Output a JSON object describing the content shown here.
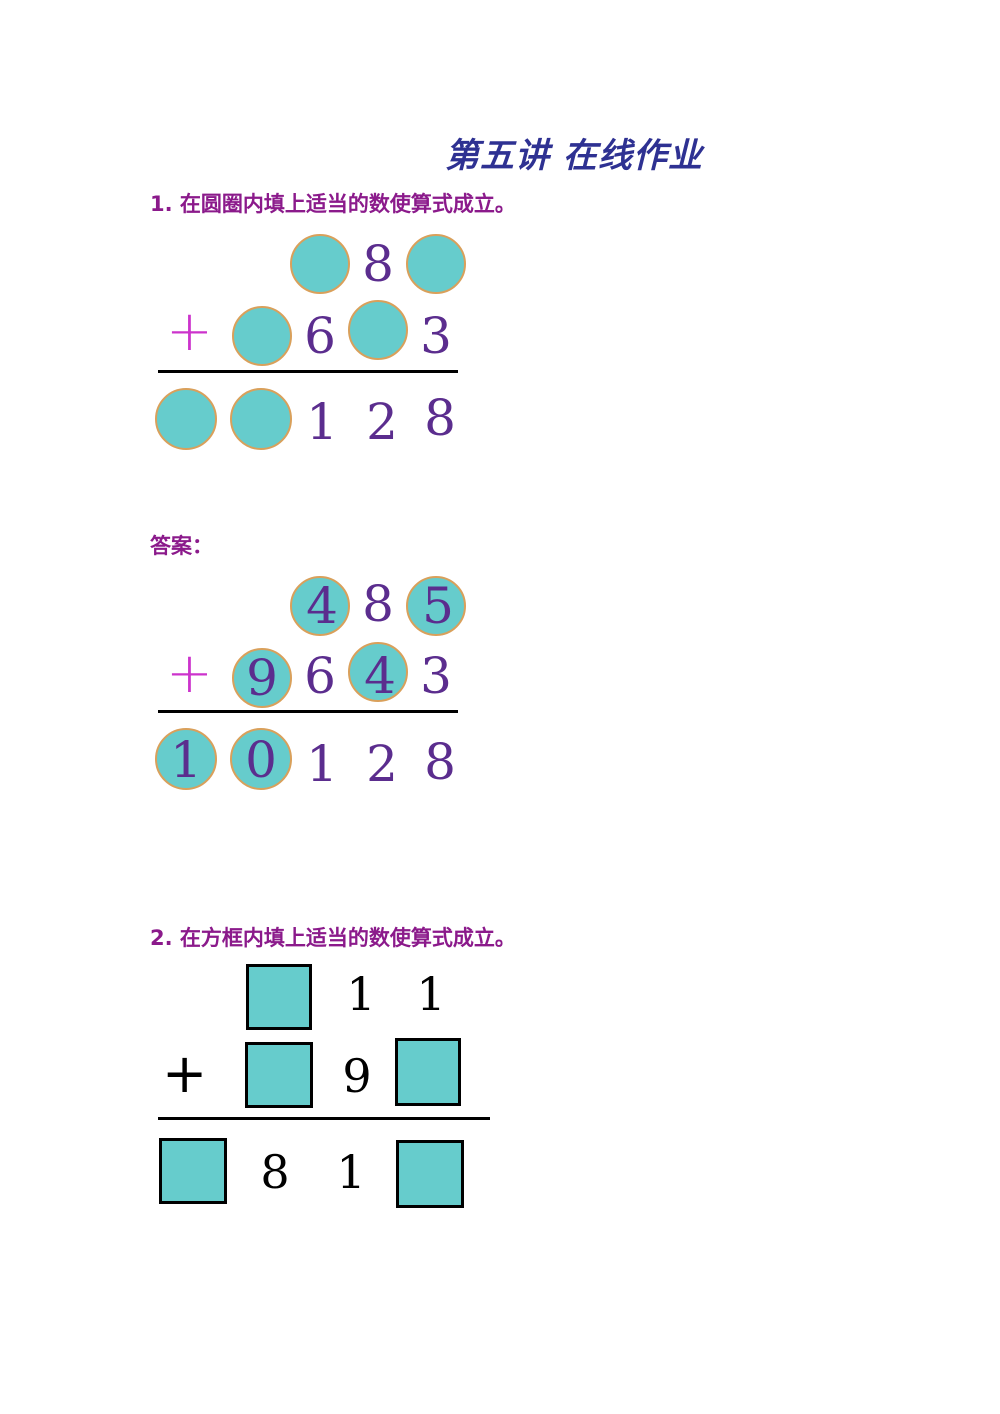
{
  "title": "第五讲  在线作业",
  "q1": {
    "text": "1. 在圆圈内填上适当的数使算式成立。",
    "row1": [
      "",
      "8",
      ""
    ],
    "row2": [
      "",
      "6",
      "",
      "3"
    ],
    "row3": [
      "",
      "",
      "1",
      "2",
      "8"
    ],
    "plus": "+"
  },
  "answer": {
    "label": "答案：",
    "row1": [
      "4",
      "8",
      "5"
    ],
    "row2": [
      "9",
      "6",
      "4",
      "3"
    ],
    "row3": [
      "1",
      "0",
      "1",
      "2",
      "8"
    ],
    "plus": "+"
  },
  "q2": {
    "text": "2. 在方框内填上适当的数使算式成立。",
    "row1": [
      "",
      "1",
      "1"
    ],
    "row2": [
      "",
      "9",
      ""
    ],
    "row3": [
      "",
      "8",
      "1",
      ""
    ],
    "plus": "+"
  },
  "colors": {
    "title": "#2e3192",
    "question": "#8b1a8b",
    "circle_fill": "#66cccc",
    "circle_border": "#d9a05b",
    "digit": "#5b2d8e",
    "plus": "#cc33cc"
  }
}
